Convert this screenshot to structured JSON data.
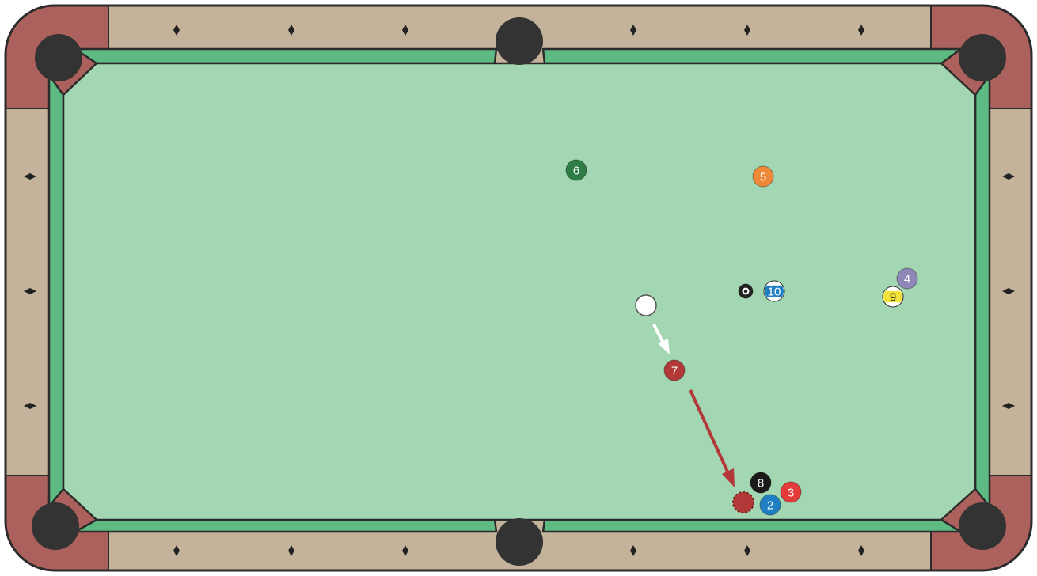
{
  "colors": {
    "rail": "#c4b39a",
    "corner": "#ad615c",
    "cloth": "#a3d6b2",
    "cushion": "#5dba82",
    "outline": "#2b2b2b",
    "pocket": "#333333",
    "diamond": "#222222"
  },
  "balls": [
    {
      "number": "6",
      "color": "#2e7d46",
      "label_color": "#ffffff",
      "striped": false
    },
    {
      "number": "5",
      "color": "#f0883a",
      "label_color": "#ffffff",
      "striped": false
    },
    {
      "number": "4",
      "color": "#8e87b8",
      "label_color": "#ffffff",
      "striped": false
    },
    {
      "number": "9",
      "color": "#f2e33a",
      "label_color": "#222222",
      "striped": true
    },
    {
      "number": "10",
      "color": "#1f7fc2",
      "label_color": "#ffffff",
      "striped": true
    },
    {
      "number": "",
      "color": "#222222",
      "label_color": "#ffffff",
      "striped": false,
      "ring": true
    },
    {
      "number": "",
      "color": "#ffffff",
      "label_color": "#222222",
      "striped": false,
      "cue": true
    },
    {
      "number": "7",
      "color": "#b33838",
      "label_color": "#ffffff",
      "striped": false
    },
    {
      "number": "8",
      "color": "#1a1a1a",
      "label_color": "#ffffff",
      "striped": false
    },
    {
      "number": "3",
      "color": "#e33a3a",
      "label_color": "#ffffff",
      "striped": false
    },
    {
      "number": "2",
      "color": "#1f7fc2",
      "label_color": "#ffffff",
      "striped": false
    },
    {
      "number": "",
      "color": "#b33838",
      "label_color": "#ffffff",
      "striped": false,
      "ghost": true
    }
  ],
  "arrows": [
    {
      "name": "cue-path-arrow",
      "color": "#ffffff"
    },
    {
      "name": "object-ball-path-arrow",
      "color": "#b33838"
    }
  ]
}
